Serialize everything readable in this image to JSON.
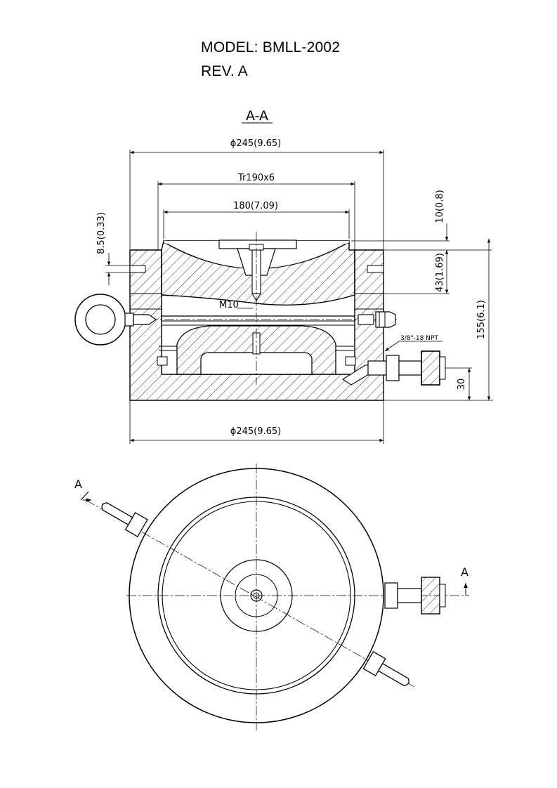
{
  "header": {
    "model": "MODEL: BMLL-2002",
    "revision": "REV. A"
  },
  "section_view": {
    "title": "A-A",
    "dim_top_diameter": "ϕ245(9.65)",
    "dim_thread": "Tr190x6",
    "dim_saddle": "180(7.09)",
    "dim_left_hole": "8.5(0.33)",
    "dim_saddle_step": "10(0.8)",
    "dim_stroke": "43(1.69)",
    "dim_height": "155(6.1)",
    "dim_port_height": "30",
    "label_bolt": "M10",
    "label_port": "3/8\"-18 NPT",
    "dim_bottom_diameter": "ϕ245(9.65)"
  },
  "plan_view": {
    "marker_left": "A",
    "marker_right": "A"
  }
}
